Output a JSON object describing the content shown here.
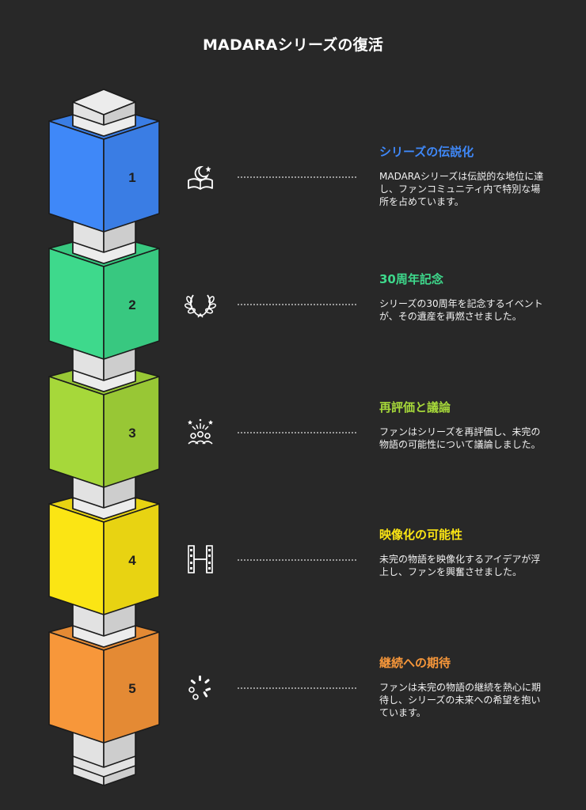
{
  "title": "MADARAシリーズの復活",
  "colors": {
    "background": "#282828",
    "pillar_top": "#ececec",
    "pillar_left": "#e2e2e2",
    "pillar_right": "#cdcdcd",
    "outline": "#1b1b1b"
  },
  "stages": [
    {
      "number": "1",
      "title": "シリーズの伝説化",
      "description": "MADARAシリーズは伝説的な地位に達し、ファンコミュニティ内で特別な場所を占めています。",
      "icon": "moon-book-icon",
      "color": "#3f88f8",
      "color_dark": "#3a7de4"
    },
    {
      "number": "2",
      "title": "30周年記念",
      "description": "シリーズの30周年を記念するイベントが、その遺産を再燃させました。",
      "icon": "laurel-wreath-icon",
      "color": "#3ed98c",
      "color_dark": "#38c880"
    },
    {
      "number": "3",
      "title": "再評価と議論",
      "description": "ファンはシリーズを再評価し、未完の物語の可能性について議論しました。",
      "icon": "people-fireworks-icon",
      "color": "#a6d83a",
      "color_dark": "#98c735"
    },
    {
      "number": "4",
      "title": "映像化の可能性",
      "description": "未完の物語を映像化するアイデアが浮上し、ファンを興奮させました。",
      "icon": "film-strip-icon",
      "color": "#fbe514",
      "color_dark": "#e8d312"
    },
    {
      "number": "5",
      "title": "継続への期待",
      "description": "ファンは未完の物語の継続を熱心に期待し、シリーズの未来への希望を抱いています。",
      "icon": "burst-icon",
      "color": "#f7973a",
      "color_dark": "#e48a34"
    }
  ]
}
